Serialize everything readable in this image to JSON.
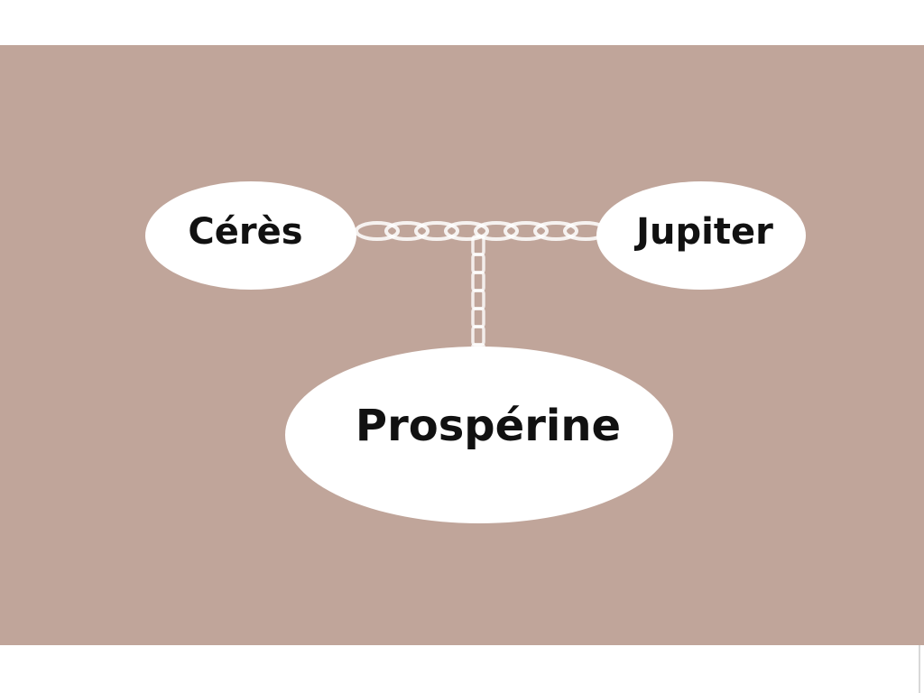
{
  "diagram": {
    "background_color": "#c0a59a",
    "node_color": "#ffffff",
    "link_color": "#ffffff",
    "nodes": {
      "ceres": {
        "label": "Cérès"
      },
      "jupiter": {
        "label": "Jupiter"
      },
      "prosperine": {
        "label": "Prospérine"
      }
    },
    "links": [
      {
        "from": "ceres",
        "to": "jupiter",
        "style": "chain"
      },
      {
        "from": "ceres-jupiter-link",
        "to": "prosperine",
        "style": "chain"
      }
    ]
  }
}
